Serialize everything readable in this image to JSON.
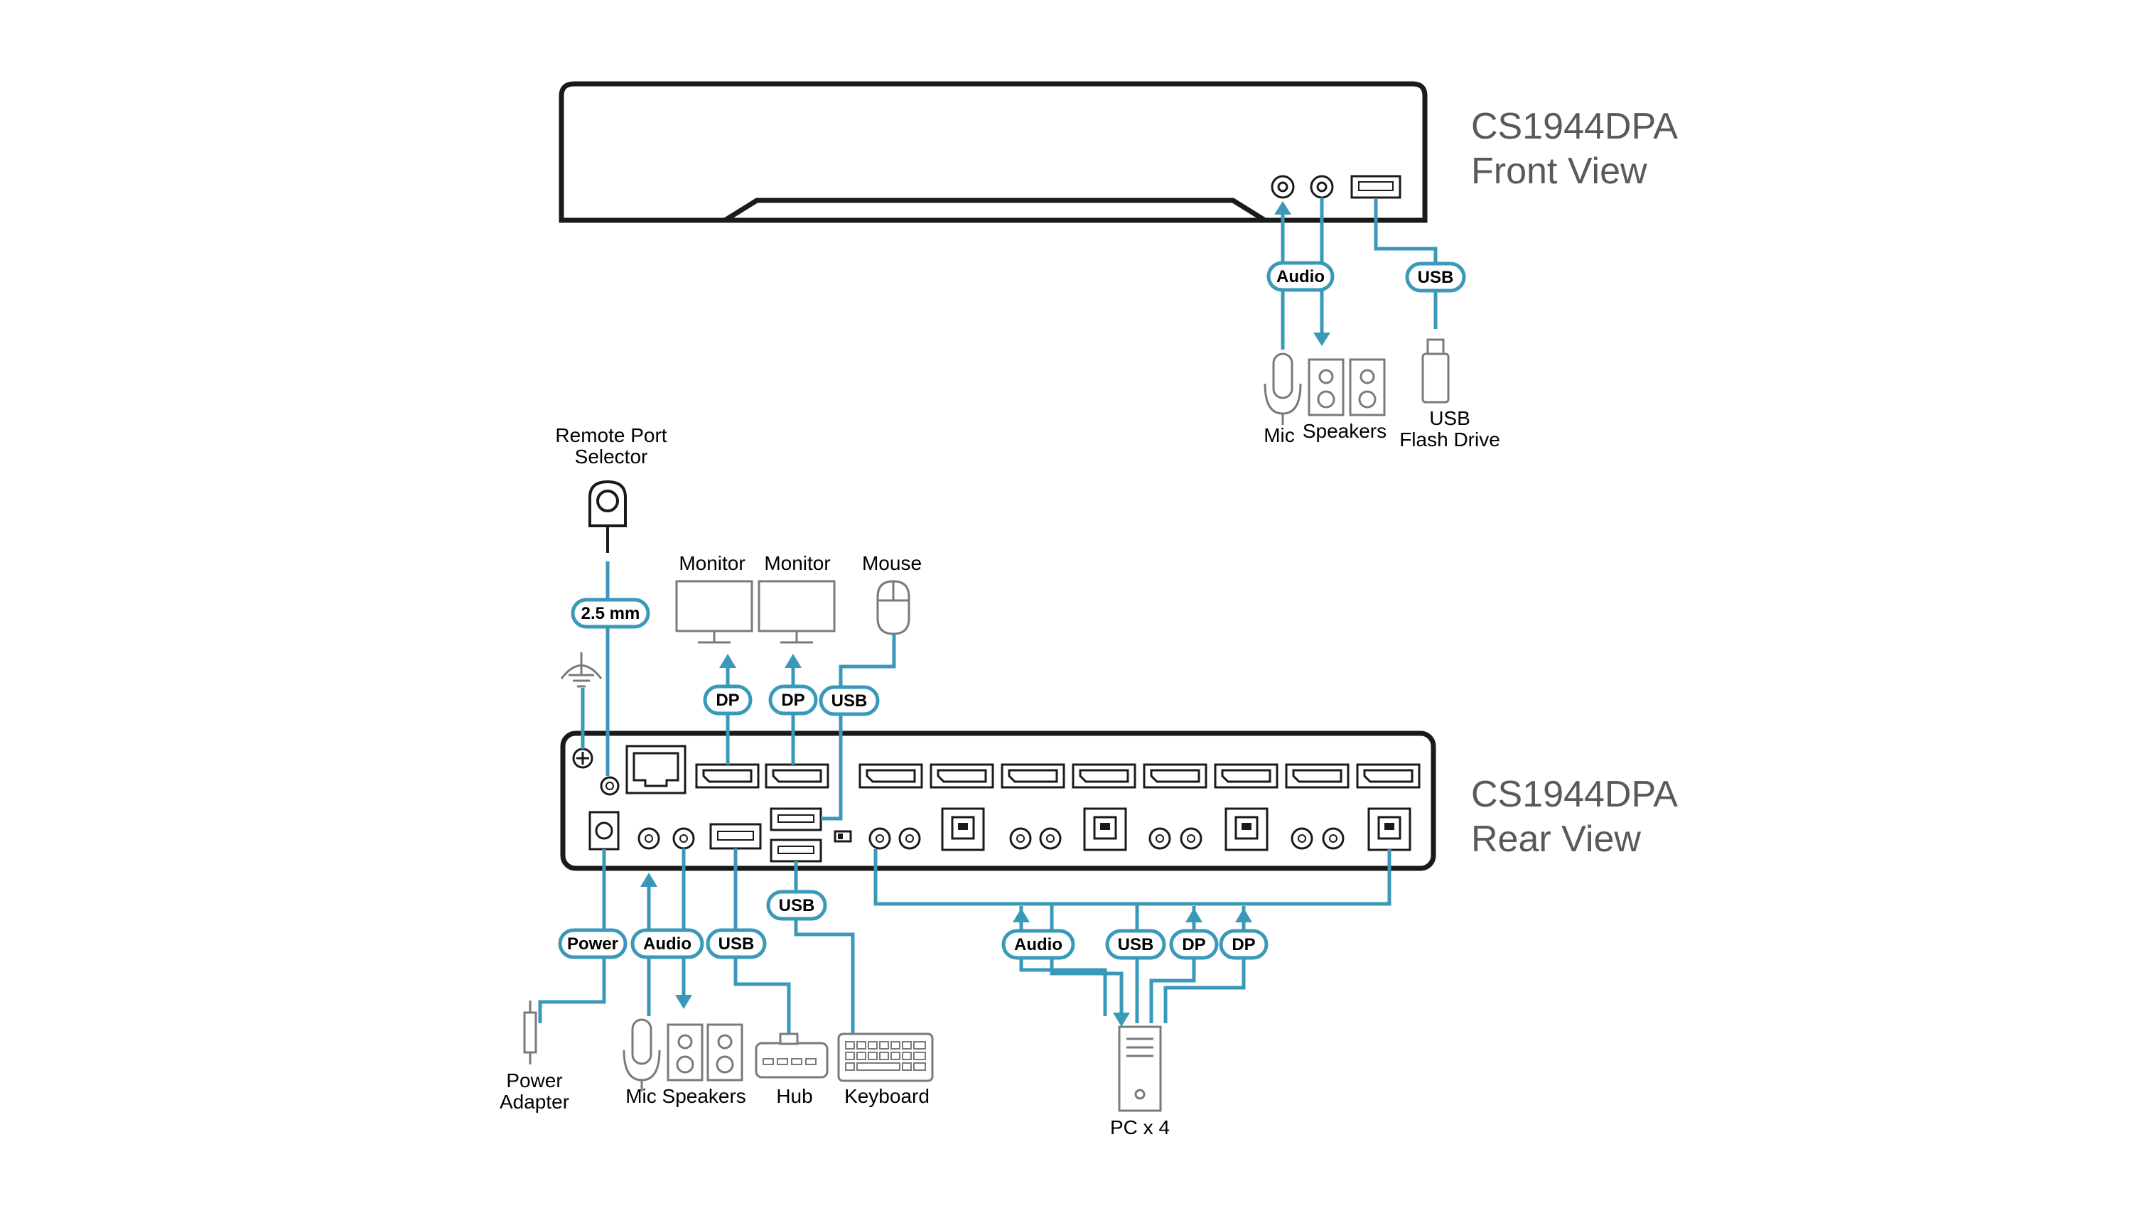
{
  "front": {
    "title_line1": "CS1944DPA",
    "title_line2": "Front View",
    "labels": {
      "audio": "Audio",
      "usb": "USB",
      "mic": "Mic",
      "speakers": "Speakers",
      "usb_line1": "USB",
      "usb_line2": "Flash Drive"
    }
  },
  "rear": {
    "title_line1": "CS1944DPA",
    "title_line2": "Rear View",
    "labels": {
      "remote_line1": "Remote Port",
      "remote_line2": "Selector",
      "mm": "2.5 mm",
      "monitor1": "Monitor",
      "monitor2": "Monitor",
      "mouse": "Mouse",
      "dp1": "DP",
      "dp2": "DP",
      "usb_mouse": "USB",
      "usb_keyboard": "USB",
      "power": "Power",
      "audio": "Audio",
      "usb_hub": "USB",
      "power_adapter_line1": "Power",
      "power_adapter_line2": "Adapter",
      "mic_speakers": "Mic Speakers",
      "hub": "Hub",
      "keyboard": "Keyboard",
      "pc_audio": "Audio",
      "pc_usb": "USB",
      "pc_dp1": "DP",
      "pc_dp2": "DP",
      "pc": "PC x 4"
    }
  },
  "colors": {
    "cable": "#3a98b9",
    "device_outline": "#1a1a1a",
    "peripheral_outline": "#7a7a7a",
    "title": "#595959"
  }
}
